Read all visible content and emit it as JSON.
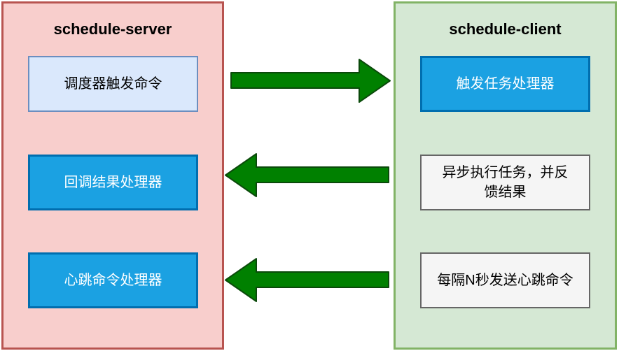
{
  "diagram": {
    "server_panel": {
      "title": "schedule-server",
      "fill": "#f8cecc",
      "border": "#b85450",
      "boxes": [
        {
          "label": "调度器触发命令",
          "fill": "#dae8fc",
          "border": "#6c8ebf",
          "text_color": "#000000"
        },
        {
          "label": "回调结果处理器",
          "fill": "#1ba1e2",
          "border": "#006eaf",
          "text_color": "#ffffff"
        },
        {
          "label": "心跳命令处理器",
          "fill": "#1ba1e2",
          "border": "#006eaf",
          "text_color": "#ffffff"
        }
      ]
    },
    "client_panel": {
      "title": "schedule-client",
      "fill": "#d5e8d4",
      "border": "#82b366",
      "boxes": [
        {
          "label": "触发任务处理器",
          "fill": "#1ba1e2",
          "border": "#006eaf",
          "text_color": "#ffffff"
        },
        {
          "label": "异步执行任务，并反馈结果",
          "fill": "#f5f5f5",
          "border": "#666666",
          "text_color": "#000000"
        },
        {
          "label": "每隔N秒发送心跳命令",
          "fill": "#f5f5f5",
          "border": "#666666",
          "text_color": "#000000"
        }
      ]
    },
    "arrows": [
      {
        "name": "server-to-client-trigger",
        "direction": "right",
        "fill": "#008000",
        "stroke": "#0b4a0b"
      },
      {
        "name": "client-to-server-callback",
        "direction": "left",
        "fill": "#008000",
        "stroke": "#0b4a0b"
      },
      {
        "name": "client-to-server-heartbeat",
        "direction": "left",
        "fill": "#008000",
        "stroke": "#0b4a0b"
      }
    ]
  }
}
